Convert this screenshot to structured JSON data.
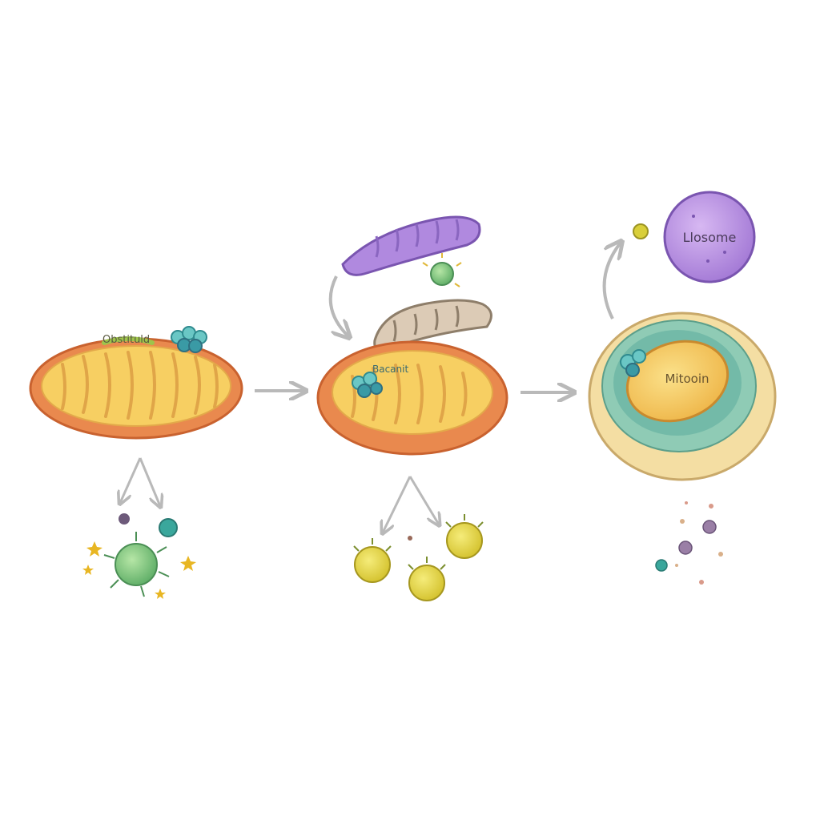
{
  "labels": {
    "mito1": "Obstituld",
    "mito2": "Bacanit",
    "lysosome": "Llosome",
    "autolysosome": "Mitooin"
  },
  "colors": {
    "membrane_outer": "#e07a45",
    "membrane_inner": "#f6cf6a",
    "matrix": "#f9dc7e",
    "lysosome": "#b98ee0",
    "phagophore": "#a87fd6",
    "autophagosome": "#d9c8b0",
    "ring_teal": "#7cc0a6",
    "ring_cream": "#f4dea3",
    "arrow": "#b9b9b9",
    "green_particle": "#7fc77a",
    "yellow_particle": "#e6d64a",
    "teal_particle": "#3aa79c"
  }
}
